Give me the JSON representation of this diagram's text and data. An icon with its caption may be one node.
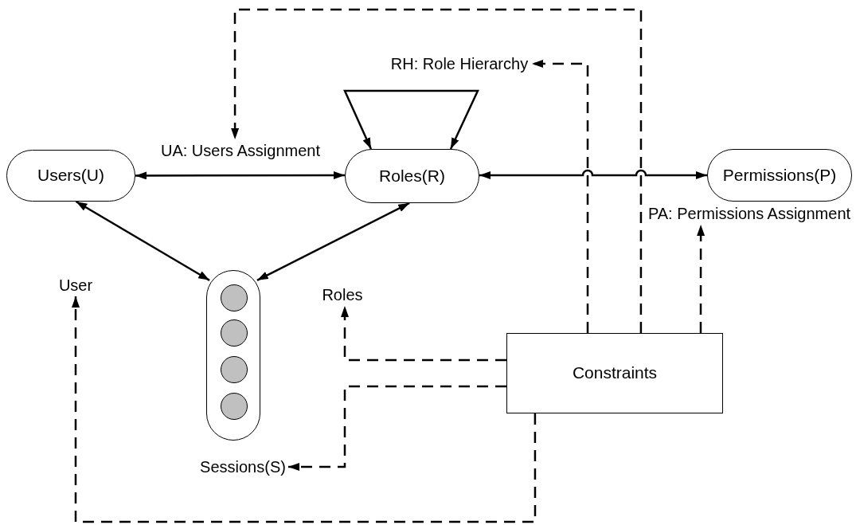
{
  "diagram": {
    "nodes": [
      {
        "text": [
          "RH: Role Hierarchy"
        ]
      },
      {
        "text": [
          "UA: Users Assignment"
        ]
      },
      {
        "text": [
          "Users(U)"
        ]
      },
      {
        "text": [
          "Roles(R)"
        ]
      },
      {
        "text": [
          "Permissions(P)"
        ]
      },
      {
        "text": [
          "PA: Permissions Assignment"
        ]
      },
      {
        "text": [
          "User"
        ]
      },
      {
        "text": [],
        "shape": "capsule"
      },
      {
        "text": [],
        "shape": "circle",
        "in": 7
      },
      {
        "text": [],
        "shape": "circle",
        "in": 7
      },
      {
        "text": [],
        "shape": "circle",
        "in": 7
      },
      {
        "text": [],
        "shape": "circle",
        "in": 7
      },
      {
        "text": [
          "Roles"
        ]
      },
      {
        "text": [
          "Constraints"
        ]
      },
      {
        "text": [
          "Sessions(S)"
        ]
      }
    ],
    "edges": [
      {
        "from": 2,
        "to": 3,
        "arrow": "both"
      },
      {
        "from": 3,
        "to": 4,
        "arrow": "both"
      },
      {
        "from": 3,
        "to": 3,
        "arrow": "both"
      },
      {
        "from": 2,
        "to": 7,
        "arrow": "both"
      },
      {
        "from": 3,
        "to": 7,
        "arrow": "both"
      },
      {
        "from": 13,
        "to": 1,
        "arrow": "to",
        "style": "dashed"
      },
      {
        "from": 13,
        "to": 0,
        "arrow": "to",
        "style": "dashed"
      },
      {
        "from": 13,
        "to": 5,
        "arrow": "to",
        "style": "dashed"
      },
      {
        "from": 13,
        "to": 12,
        "arrow": "to",
        "style": "dashed"
      },
      {
        "from": 13,
        "to": 14,
        "arrow": "to",
        "style": "dashed"
      },
      {
        "from": 13,
        "to": 6,
        "arrow": "to",
        "style": "dashed"
      }
    ]
  }
}
